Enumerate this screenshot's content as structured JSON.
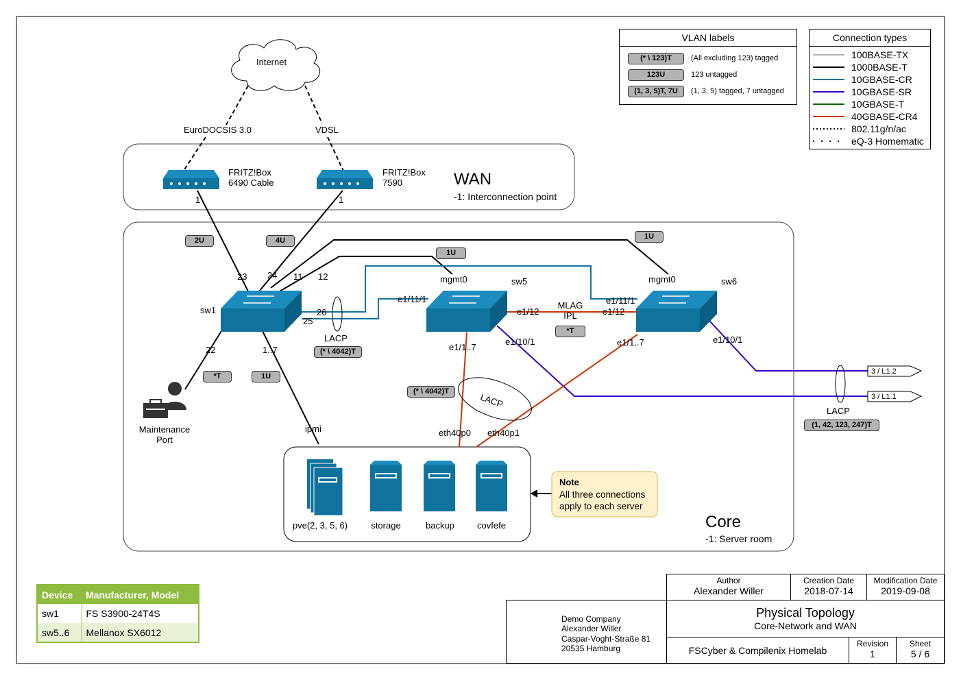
{
  "wan": {
    "title": "WAN",
    "subtitle": "-1: Interconnection point",
    "internet": "Internet",
    "link_cable": "EuroDOCSIS 3.0",
    "link_vdsl": "VDSL",
    "router1": {
      "line1": "FRITZ!Box",
      "line2": "6490 Cable",
      "port": "1"
    },
    "router2": {
      "line1": "FRITZ!Box",
      "line2": "7590",
      "port": "1"
    }
  },
  "core": {
    "title": "Core",
    "subtitle": "-1: Server room",
    "sw1": {
      "name": "sw1",
      "ports": {
        "p23": "23",
        "p24": "24",
        "p11": "11",
        "p12": "12",
        "p26": "26",
        "p25": "25",
        "p22": "22",
        "p1_7": "1..7"
      }
    },
    "sw5": {
      "name": "sw5",
      "mgmt": "mgmt0",
      "e11": "e1/11/1",
      "e12": "e1/12",
      "e1_7": "e1/1..7",
      "e10": "e1/10/1"
    },
    "sw6": {
      "name": "sw6",
      "mgmt": "mgmt0",
      "e11": "e1/11/1",
      "e12": "e1/12",
      "e1_7": "e1/1..7",
      "e10": "e1/10/1"
    },
    "mlag": "MLAG\nIPL",
    "lacp": "LACP",
    "ipmi": "ipmi",
    "eth40p0": "eth40p0",
    "eth40p1": "eth40p1",
    "maintenance": "Maintenance\nPort",
    "uplink1": "3 / L1.2",
    "uplink2": "3 / L1.1",
    "servers": [
      "pve(2, 3, 5, 6)",
      "storage",
      "backup",
      "covfefe"
    ],
    "note": {
      "title": "Note",
      "text": "All three connections\napply to each server"
    }
  },
  "badges": {
    "b2u": "2U",
    "b4u": "4U",
    "b1u_top": "1U",
    "b1u_mid": "1U",
    "bT_mlag": "*T",
    "b_lacp_sw1": "(* \\ 4042)T",
    "bT_maint": "*T",
    "b1u_ipmi": "1U",
    "b_lacp_srv": "(* \\ 4042)T",
    "b_lacp_up": "(1, 42, 123, 247)T"
  },
  "vlan_legend": {
    "title": "VLAN labels",
    "rows": [
      {
        "badge": "(* \\ 123)T",
        "text": "(All excluding 123) tagged"
      },
      {
        "badge": "123U",
        "text": "123 untagged"
      },
      {
        "badge": "(1, 3, 5)T, 7U",
        "text": "(1, 3, 5) tagged, 7 untagged"
      }
    ]
  },
  "conn_legend": {
    "title": "Connection types",
    "rows": [
      {
        "label": "100BASE-TX",
        "color": "#b3b3b3",
        "style": "solid"
      },
      {
        "label": "1000BASE-T",
        "color": "#000000",
        "style": "solid"
      },
      {
        "label": "10GBASE-CR",
        "color": "#10739e",
        "style": "solid"
      },
      {
        "label": "10GBASE-SR",
        "color": "#3700cc",
        "style": "solid"
      },
      {
        "label": "10GBASE-T",
        "color": "#006600",
        "style": "solid"
      },
      {
        "label": "40GBASE-CR4",
        "color": "#cc3300",
        "style": "solid"
      },
      {
        "label": "802.11g/n/ac",
        "color": "#000000",
        "style": "dotted"
      },
      {
        "label": "eQ-3 Homematic",
        "color": "#000000",
        "style": "sparse"
      }
    ]
  },
  "device_table": {
    "headers": [
      "Device",
      "Manufacturer, Model"
    ],
    "rows": [
      [
        "sw1",
        "FS S3900-24T4S"
      ],
      [
        "sw5..6",
        "Mellanox SX6012"
      ]
    ],
    "header_color": "#8fbc3f",
    "alt_row_color": "#e8f2d6"
  },
  "title_block": {
    "author_label": "Author",
    "author": "Alexander Willer",
    "created_label": "Creation Date",
    "created": "2018-07-14",
    "modified_label": "Modification Date",
    "modified": "2019-09-08",
    "company": "Demo Company\nAlexander Willer\nCaspar-Voght-Straße 81\n20535 Hamburg",
    "title": "Physical Topology",
    "subtitle": "Core-Network and WAN",
    "project": "FSCyber & Compilenix Homelab",
    "revision_label": "Revision",
    "revision": "1",
    "sheet_label": "Sheet",
    "sheet": "5 / 6"
  },
  "colors": {
    "device": "#10739e",
    "cr": "#10739e",
    "sr": "#3700cc",
    "cr4": "#cc3300",
    "badge": "#b3b3b3",
    "note_bg": "#fff2cc",
    "note_border": "#d6b656"
  }
}
